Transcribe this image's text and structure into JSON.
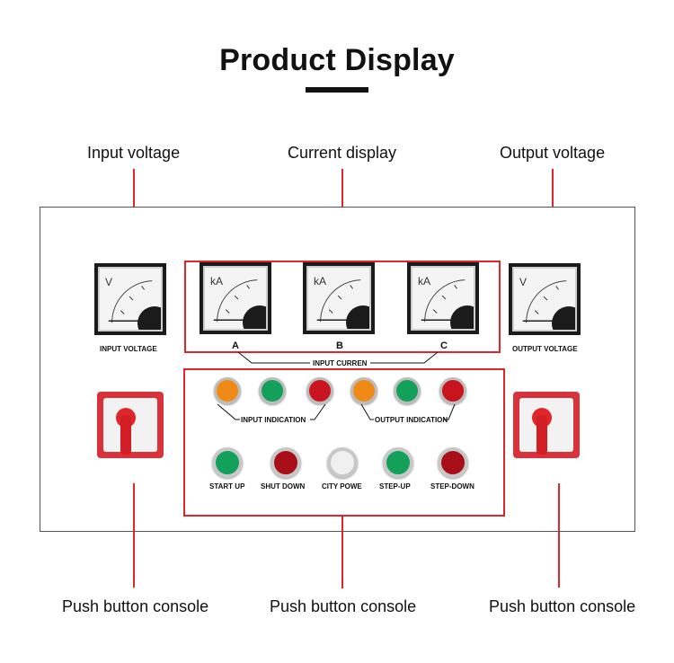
{
  "title": "Product Display",
  "callouts": {
    "input_voltage": "Input voltage",
    "current_display": "Current display",
    "output_voltage": "Output voltage",
    "push_left": "Push button console",
    "push_center": "Push button console",
    "push_right": "Push button console"
  },
  "meters": {
    "input": {
      "unit": "V",
      "label": "INPUT VOLTAGE"
    },
    "a": {
      "unit": "kA",
      "label": "A"
    },
    "b": {
      "unit": "kA",
      "label": "B"
    },
    "c": {
      "unit": "kA",
      "label": "C"
    },
    "output": {
      "unit": "V",
      "label": "OUTPUT VOLTAGE"
    }
  },
  "group_labels": {
    "input_current": "INPUT CURREN",
    "input_indication": "INPUT INDICATION",
    "output_indication": "OUTPUT INDICATION"
  },
  "buttons": {
    "start_up": "START UP",
    "shut_down": "SHUT DOWN",
    "city_power": "CITY POWE",
    "step_up": "STEP-UP",
    "step_down": "STEP-DOWN"
  },
  "colors": {
    "accent_red": "#e0262a",
    "lamp_orange": "#f08a16",
    "lamp_green": "#12a05a",
    "lamp_red": "#c8141e",
    "button_white": "#f0f0f0"
  }
}
